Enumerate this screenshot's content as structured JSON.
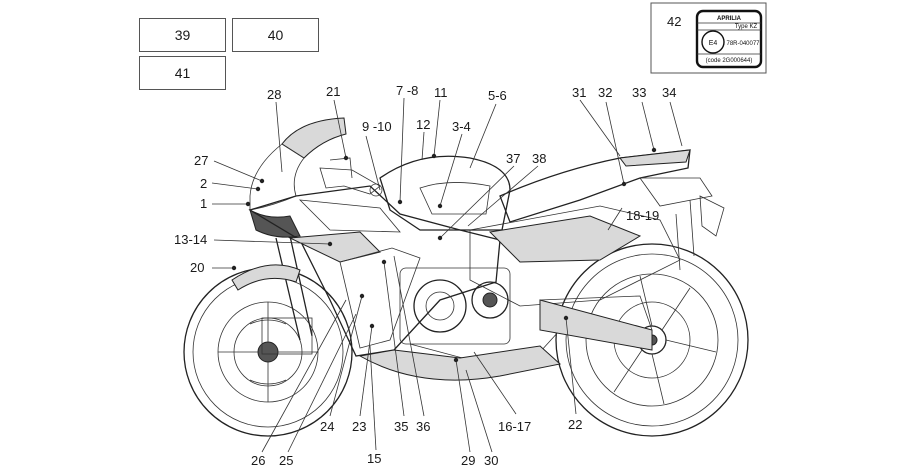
{
  "ref_boxes": {
    "b39": "39",
    "b40": "40",
    "b41": "41"
  },
  "homologation_plate": {
    "number": "42",
    "brand": "APRILIA",
    "type_line": "Type KZ",
    "mark": "E4",
    "approval": "78R-040077",
    "code_line": "(code 2G000644)"
  },
  "callouts": {
    "c1": "1",
    "c2": "2",
    "c27": "27",
    "c28": "28",
    "c21": "21",
    "c9_10": "9 -10",
    "c7_8": "7 -8",
    "c11": "11",
    "c12": "12",
    "c5_6": "5-6",
    "c3_4": "3-4",
    "c37": "37",
    "c38": "38",
    "c31": "31",
    "c32": "32",
    "c33": "33",
    "c34": "34",
    "c18_19": "18-19",
    "c13_14": "13-14",
    "c20": "20",
    "c24": "24",
    "c23": "23",
    "c35": "35",
    "c36": "36",
    "c16_17": "16-17",
    "c22": "22",
    "c26": "26",
    "c25": "25",
    "c15": "15",
    "c29": "29",
    "c30": "30"
  }
}
